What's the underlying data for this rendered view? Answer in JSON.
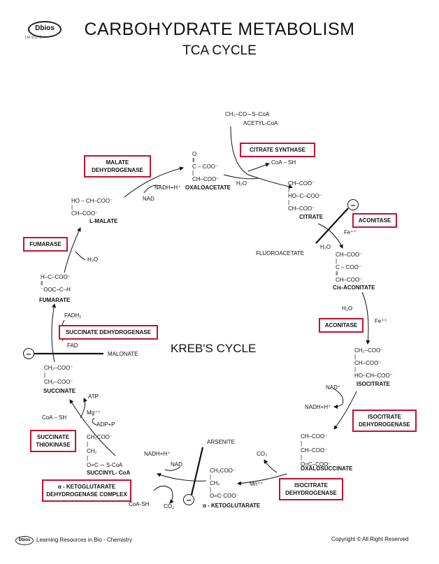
{
  "header": {
    "logo": "Dbios",
    "logo_code": "LM-1137.0",
    "title": "CARBOHYDRATE METABOLISM",
    "subtitle": "TCA CYCLE"
  },
  "center_label": "KREB'S CYCLE",
  "enzymes": {
    "malate_dh": "MALATE\nDEHYDROGENASE",
    "citrate_synthase": "CITRATE SYNTHASE",
    "aconitase1": "ACONITASE",
    "fumarase": "FUMARASE",
    "aconitase2": "ACONITASE",
    "succinate_dh": "SUCCINATE DEHYDROGENASE",
    "isocitrate_dh1": "ISOCITRATE\nDEHYDROGENASE",
    "succinate_thiokinase": "SUCCINATE\nTHIOKINASE",
    "akg_dh": "α - KETOGLUTARATE\nDEHYDROGENASE COMPLEX",
    "isocitrate_dh2": "ISOCITRATE\nDEHYDROGENASE"
  },
  "compounds": {
    "acetyl_coa_formula": "CH₃–CO∼S–CoA",
    "acetyl_coa": "ACETYL-CoA",
    "oxaloacetate_formula": "O\n‖\nC – COO⁻\n|\nCH–COO⁻",
    "oxaloacetate": "OXALOACETATE",
    "citrate_formula": "CH–COO⁻\n|\nHO–C–COO⁻\n|\nCH–COO⁻",
    "citrate": "CITRATE",
    "malate_formula": "HO – CH–COO⁻\n|\nCH–COO⁻",
    "malate": "L-MALATE",
    "cis_aconitate_formula": "CH–COO⁻\n|\nC – COO⁻\n‖\nCH–COO⁻",
    "cis_aconitate": "Cis-ACONITATE",
    "fumarate_formula": "H–C–COO⁻\n‖\n⁻OOC–C–H",
    "fumarate": "FUMARATE",
    "isocitrate_formula": "CH₂–COO⁻\n|\nCH–COO⁻\n|\nHO–CH–COO⁻",
    "isocitrate": "ISOCITRATE",
    "succinate_formula": "CH₂–COO⁻\n|\nCH₂–COO⁻",
    "succinate": "SUCCINATE",
    "succinyl_coa_formula": "CH₂COO⁻\n|\nCH₂\n|\nO=C ∼ S-CoA",
    "succinyl_coa": "SUCCINYL- CoA",
    "oxalosuccinate_formula": "CH–COO⁻\n|\nCH–COO⁻\n|\nO=C–COO⁻",
    "oxalosuccinate": "OXALOSUCCINATE",
    "akg_formula": "CH₂COO⁻\n|\nCH₂\n|\nO=C·COO⁻",
    "akg": "α - KETOGLUTARATE"
  },
  "cofactors": {
    "coa_sh_top": "CoA – SH",
    "h2o_top": "H₂O",
    "nadh_top": "NADH+H⁺",
    "nad_top": "NAD",
    "fe_1": "Fe⁺⁺",
    "h2o_acon": "H₂O",
    "fluoroacetate": "FLUOROACETATE",
    "h2o_fum": "H₂O",
    "h2o_acon2": "H₂O",
    "fe_2": "Fe⁺⁺",
    "fadh2": "FADH₂",
    "fad": "FAD",
    "malonate": "MALONATE",
    "nad_iso": "NAD⁺",
    "nadh_iso": "NADH+H⁺",
    "atp": "ATP",
    "coa_sh_st": "CoA – SH",
    "mg": "Mg⁺⁺",
    "adp": "ADP+P",
    "arsenite": "ARSENITE",
    "nadh_akg": "NADH+H⁺",
    "nad_akg": "NAD",
    "co2_os": "CO₂",
    "mn": "Mn⁺⁺",
    "coa_sh_akg": "CoA-SH",
    "co2_akg": "CO₂"
  },
  "inhibitor_symbol": "–",
  "footer": {
    "logo": "Dbios",
    "left": "Learning Resources in Bio - Chemistry",
    "right": "Copyright © All Right Reserved"
  },
  "colors": {
    "enzyme_border": "#c8102e",
    "text": "#111111"
  }
}
